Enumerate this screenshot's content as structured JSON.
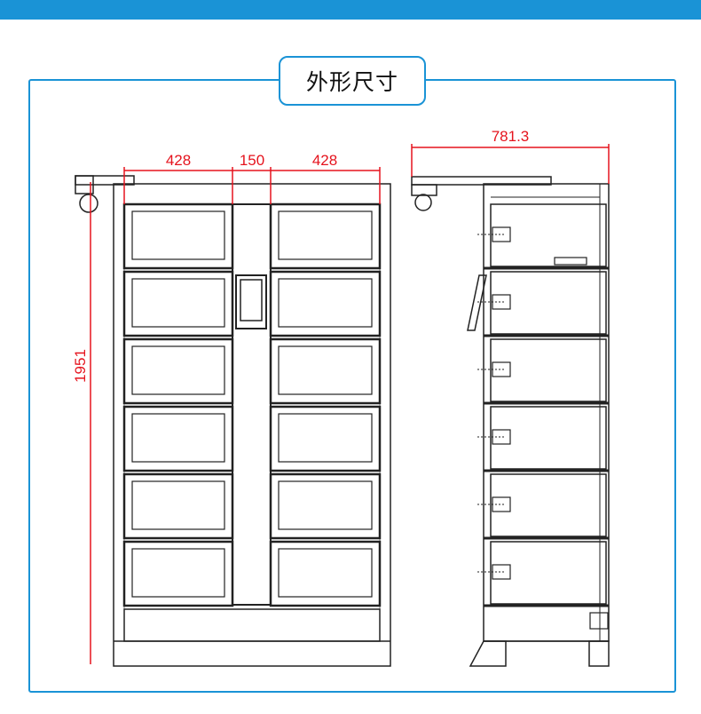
{
  "header": {
    "title": "外形尺寸"
  },
  "dimensions": {
    "left_width": "428",
    "middle_width": "150",
    "right_width": "428",
    "height": "1951",
    "depth": "781.3"
  },
  "colors": {
    "accent": "#1a93d6",
    "dimension": "#e5131d",
    "line": "#222222"
  },
  "drawing": {
    "rows": 6,
    "columns_front": 2
  }
}
